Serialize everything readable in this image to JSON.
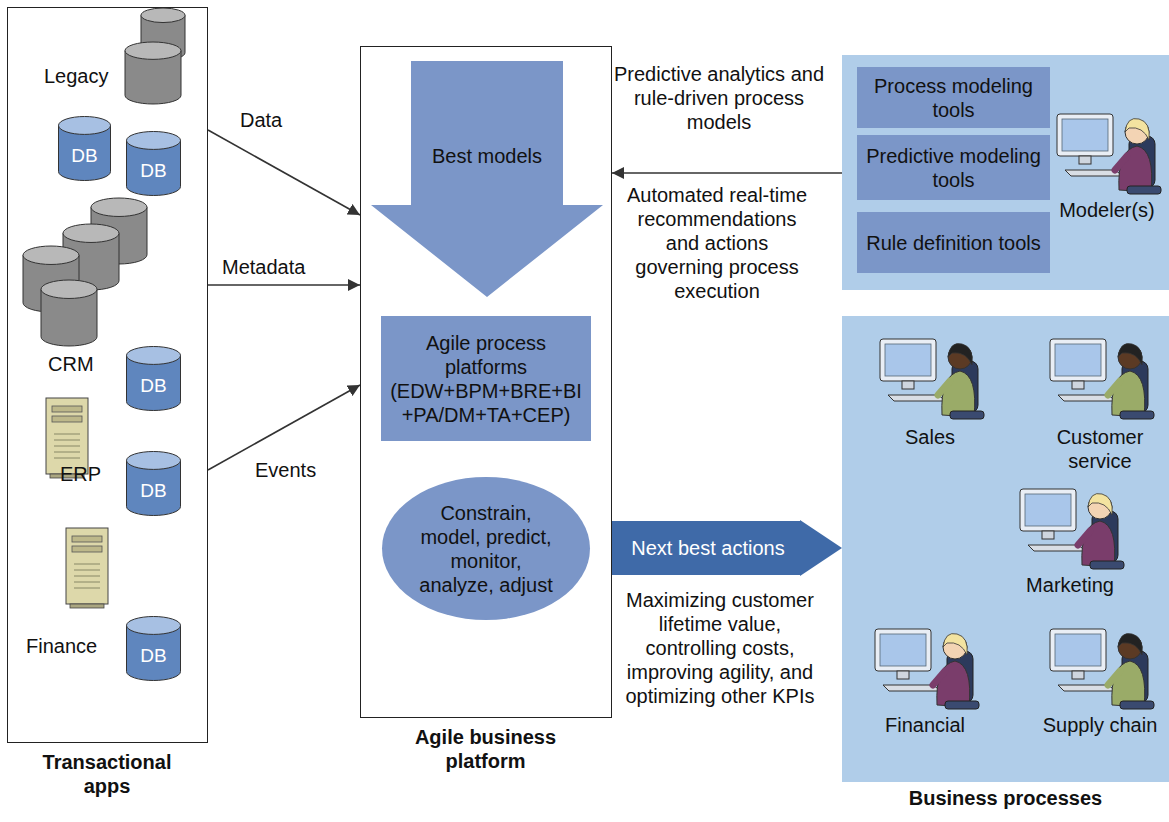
{
  "diagram": {
    "nodes": [
      {
        "text": [
          "Transactional apps"
        ]
      },
      {
        "text": [
          "DB"
        ],
        "in": 0
      },
      {
        "text": [
          "DB"
        ],
        "in": 0
      },
      {
        "text": [
          "DB"
        ],
        "in": 0
      },
      {
        "text": [
          "DB"
        ],
        "in": 0
      },
      {
        "text": [
          "DB"
        ],
        "in": 0
      },
      {
        "text": [
          "Agile business platform"
        ]
      },
      {
        "text": [
          "Best models"
        ],
        "in": 6
      },
      {
        "text": [
          "Agile process platforms (EDW+BPM+BRE+BI +PA/DM+TA+CEP)"
        ],
        "in": 6
      },
      {
        "text": [
          "Constrain, model, predict, monitor, analyze, adjust"
        ],
        "in": 6
      },
      {
        "text": [
          "Modeler(s)"
        ]
      },
      {
        "text": [
          "Process modeling tools"
        ],
        "in": 10
      },
      {
        "text": [
          "Predictive modeling tools"
        ],
        "in": 10
      },
      {
        "text": [
          "Rule definition tools"
        ],
        "in": 10
      },
      {
        "text": [
          "Business processes"
        ]
      }
    ],
    "edges": [
      {
        "from": 0,
        "to": 6,
        "arrow": "to",
        "label": "Data"
      },
      {
        "from": 0,
        "to": 6,
        "arrow": "to",
        "label": "Metadata"
      },
      {
        "from": 0,
        "to": 6,
        "arrow": "to",
        "label": "Events"
      },
      {
        "from": 10,
        "to": 6,
        "arrow": "to",
        "label": "Predictive analytics and rule-driven process models"
      },
      {
        "from": 6,
        "to": 14,
        "arrow": "to",
        "label": "Next best actions"
      }
    ],
    "labels": [
      "Legacy",
      "CRM",
      "ERP",
      "Finance",
      "Automated real-time recommendations and actions governing process execution",
      "Maximizing customer lifetime value, controlling costs, improving agility, and optimizing other KPIs",
      "Sales",
      "Customer service",
      "Marketing",
      "Financial",
      "Supply chain"
    ]
  }
}
